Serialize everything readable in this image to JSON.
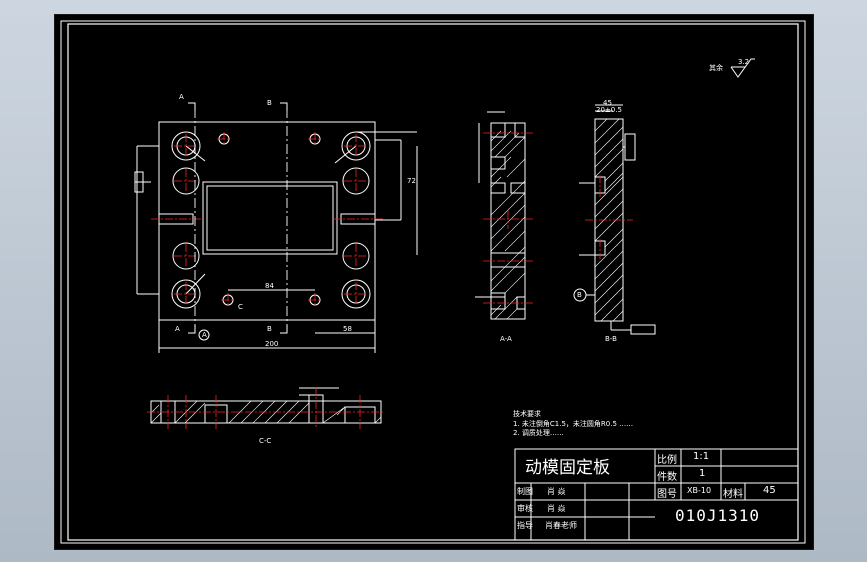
{
  "title_block": {
    "part_name": "动模固定板",
    "drawing_code": "010J1310",
    "labels": {
      "scale": "比例",
      "quantity": "件数",
      "drawing_no": "图号",
      "material": "材料",
      "drawn": "制图",
      "checked": "审核",
      "advisor": "指导"
    },
    "values": {
      "scale": "1:1",
      "quantity": "1",
      "drawing_no": "XB-10",
      "material": "45",
      "drawn": "肖 焱",
      "checked": "肖 焱",
      "advisor": "肖春老师"
    }
  },
  "annotations": {
    "roughness_note": "其余",
    "roughness_value": "3.2",
    "section_aa": "A-A",
    "section_bb": "B-B",
    "section_cc": "C-C",
    "label_a": "A",
    "label_b": "B",
    "label_c": "C",
    "datum_a": "A",
    "datum_b": "B",
    "dims": {
      "overall_width": "200",
      "hole_spacing": "84",
      "right_offset": "58",
      "right_height": "72",
      "plate_thickness": "45",
      "plate_sub": "20±0.5"
    },
    "tech_notes": [
      "技术要求",
      "1. 未注倒角C1.5，未注圆角R0.5 ……",
      "2. 调质处理……"
    ]
  },
  "colors": {
    "line": "#ffffff",
    "center": "#ff2020",
    "hatch": "#ffffff",
    "frame": "#ffffff"
  }
}
